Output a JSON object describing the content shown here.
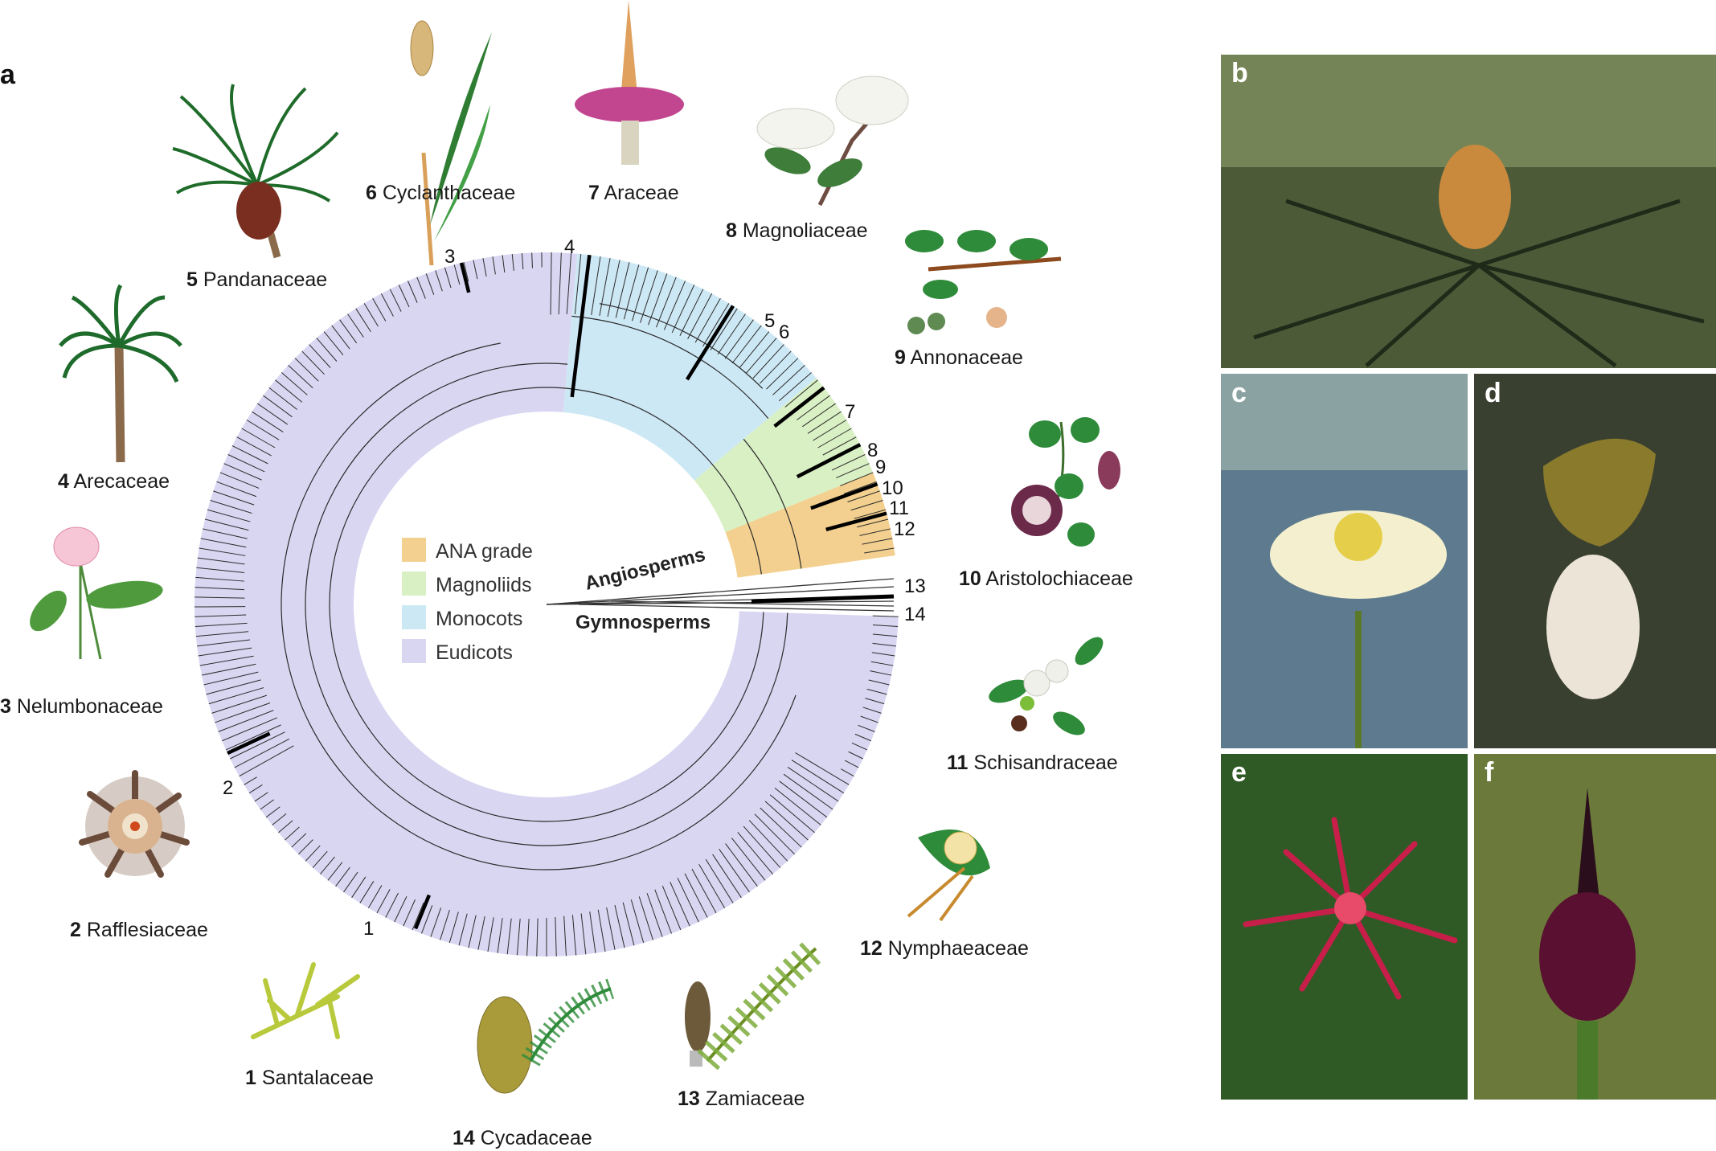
{
  "panel_a": {
    "letter": "a",
    "legend": [
      {
        "label": "ANA grade",
        "color": "#f3d08f"
      },
      {
        "label": "Magnoliids",
        "color": "#d9f0c4"
      },
      {
        "label": "Monocots",
        "color": "#cde8f5"
      },
      {
        "label": "Eudicots",
        "color": "#d9d6f2"
      }
    ],
    "groups": {
      "angiosperms": "Angiosperms",
      "gymnosperms": "Gymnosperms"
    },
    "families": [
      {
        "num": "1",
        "name": "Santalaceae"
      },
      {
        "num": "2",
        "name": "Rafflesiaceae"
      },
      {
        "num": "3",
        "name": "Nelumbonaceae"
      },
      {
        "num": "4",
        "name": "Arecaceae"
      },
      {
        "num": "5",
        "name": "Pandanaceae"
      },
      {
        "num": "6",
        "name": "Cyclanthaceae"
      },
      {
        "num": "7",
        "name": "Araceae"
      },
      {
        "num": "8",
        "name": "Magnoliaceae"
      },
      {
        "num": "9",
        "name": "Annonaceae"
      },
      {
        "num": "10",
        "name": "Aristolochiaceae"
      },
      {
        "num": "11",
        "name": "Schisandraceae"
      },
      {
        "num": "12",
        "name": "Nymphaeaceae"
      },
      {
        "num": "13",
        "name": "Zamiaceae"
      },
      {
        "num": "14",
        "name": "Cycadaceae"
      }
    ]
  },
  "photos": [
    {
      "letter": "b"
    },
    {
      "letter": "c"
    },
    {
      "letter": "d"
    },
    {
      "letter": "e"
    },
    {
      "letter": "f"
    }
  ]
}
